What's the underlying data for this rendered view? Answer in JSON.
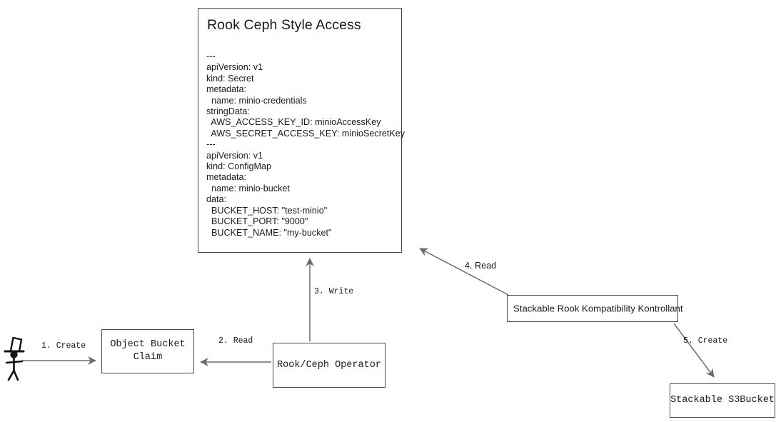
{
  "diagram": {
    "title_node": {
      "name": "Rook Ceph Style Access",
      "yaml": "---\napiVersion: v1\nkind: Secret\nmetadata:\n  name: minio-credentials\nstringData:\n  AWS_ACCESS_KEY_ID: minioAccessKey\n  AWS_SECRET_ACCESS_KEY: minioSecretKey\n---\napiVersion: v1\nkind: ConfigMap\nmetadata:\n  name: minio-bucket\ndata:\n  BUCKET_HOST: \"test-minio\"\n  BUCKET_PORT: \"9000\"\n  BUCKET_NAME: \"my-bucket\""
    },
    "nodes": {
      "object_bucket_claim": "Object Bucket\nClaim",
      "rook_ceph_operator": "Rook/Ceph Operator",
      "stackable_rook_kompatibility_kontrollant": "Stackable Rook Kompatibility Kontrollant",
      "stackable_s3bucket": "Stackable S3Bucket"
    },
    "edges": [
      {
        "id": "e1",
        "label": "1. Create",
        "from": "user-actor",
        "to": "object-bucket-claim"
      },
      {
        "id": "e2",
        "label": "2. Read",
        "from": "rook-ceph-operator",
        "to": "object-bucket-claim"
      },
      {
        "id": "e3",
        "label": "3. Write",
        "from": "rook-ceph-operator",
        "to": "rook-ceph-style-access"
      },
      {
        "id": "e4",
        "label": "4. Read",
        "from": "stackable-rook-kompatibility-kontrollant",
        "to": "rook-ceph-style-access"
      },
      {
        "id": "e5",
        "label": "5. Create",
        "from": "stackable-rook-kompatibility-kontrollant",
        "to": "stackable-s3bucket"
      }
    ],
    "actor": {
      "name": "user-stick-figure-with-top-hat"
    },
    "colors": {
      "background": "#ffffff",
      "stroke": "#4a4a4a",
      "text": "#1a1a1a",
      "arrow": "#666666"
    }
  }
}
